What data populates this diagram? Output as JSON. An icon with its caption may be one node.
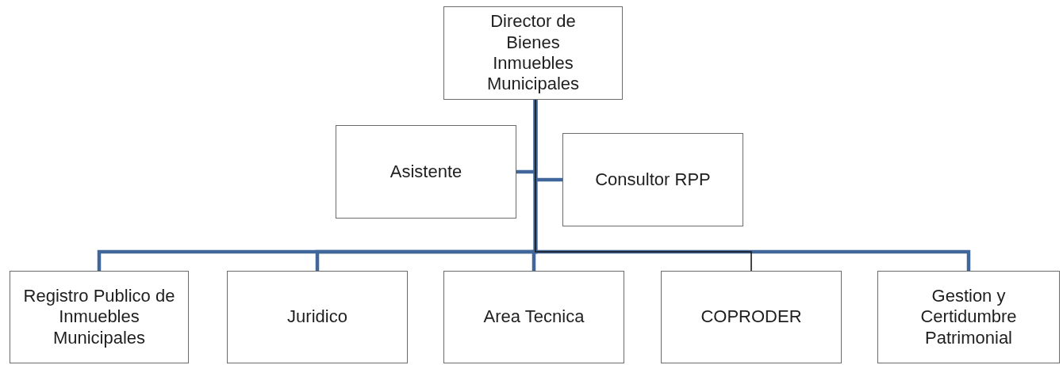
{
  "diagram": {
    "nodes": [
      {
        "text": [
          "Director de Bienes Inmuebles Municipales"
        ]
      },
      {
        "text": [
          "Asistente"
        ]
      },
      {
        "text": [
          "Consultor RPP"
        ]
      },
      {
        "text": [
          "Registro Publico de Inmuebles Municipales"
        ]
      },
      {
        "text": [
          "Juridico"
        ]
      },
      {
        "text": [
          "Area Tecnica"
        ]
      },
      {
        "text": [
          "COPRODER"
        ]
      },
      {
        "text": [
          "Gestion y Certidumbre Patrimonial"
        ]
      }
    ],
    "edges": [
      {
        "from": 0,
        "to": 1,
        "arrow": "none"
      },
      {
        "from": 0,
        "to": 2,
        "arrow": "none"
      },
      {
        "from": 0,
        "to": 3,
        "arrow": "none"
      },
      {
        "from": 0,
        "to": 4,
        "arrow": "none"
      },
      {
        "from": 0,
        "to": 5,
        "arrow": "none"
      },
      {
        "from": 0,
        "to": 7,
        "arrow": "none"
      },
      {
        "from": 0,
        "to": 6,
        "arrow": "none",
        "color": "#1a1a1a"
      }
    ]
  }
}
